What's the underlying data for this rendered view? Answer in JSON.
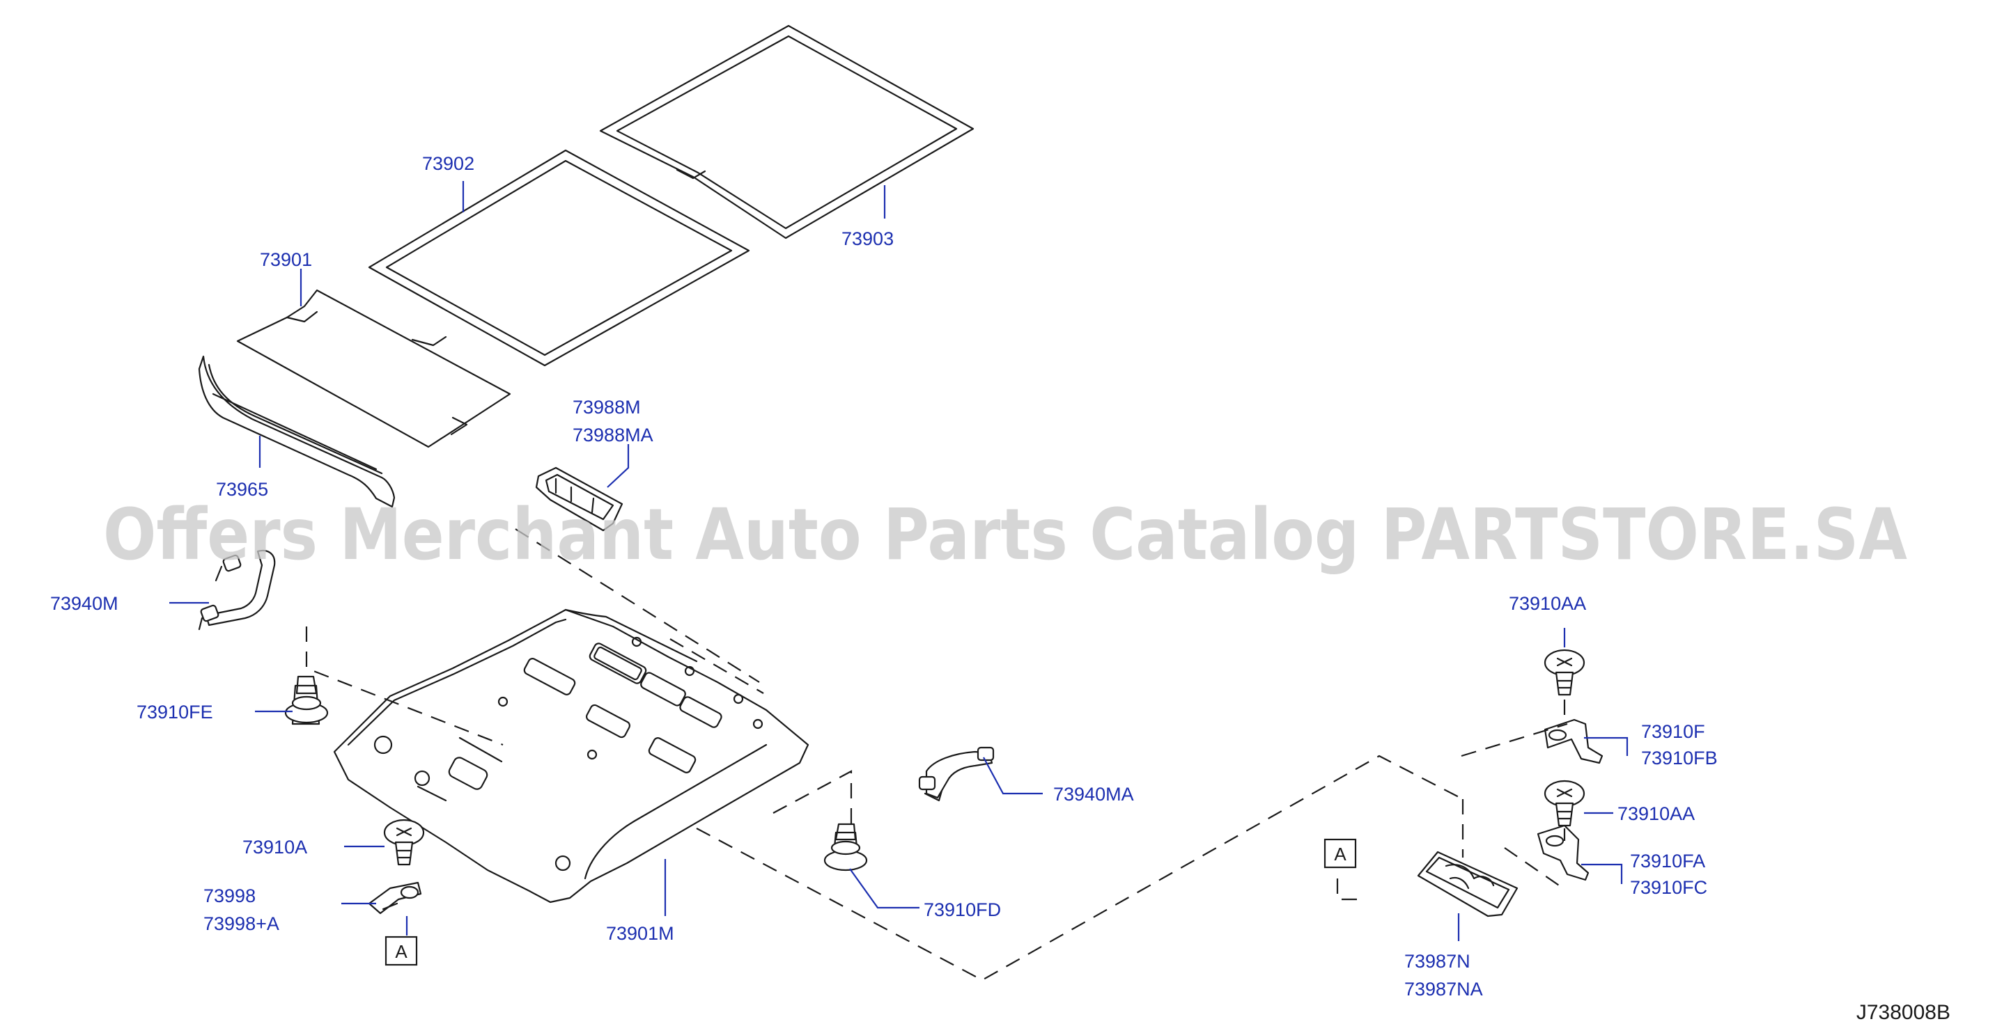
{
  "watermark": "Offers Merchant Auto Parts Catalog PARTSTORE.SA",
  "diagram_code": "J738008B",
  "labels": {
    "p73902": "73902",
    "p73903": "73903",
    "p73901": "73901",
    "p73988m": "73988M",
    "p73988ma": "73988MA",
    "p73965": "73965",
    "p73940m": "73940M",
    "p73910fe": "73910FE",
    "p73940ma": "73940MA",
    "p73910a": "73910A",
    "p73998": "73998",
    "p73998a": "73998+A",
    "p73901m": "73901M",
    "p73910fd": "73910FD",
    "p73910aa_top": "73910AA",
    "p73910f": "73910F",
    "p73910fb": "73910FB",
    "p73910aa_mid": "73910AA",
    "p73910fa": "73910FA",
    "p73910fc": "73910FC",
    "p73987n": "73987N",
    "p73987na": "73987NA"
  },
  "refs": {
    "left": "A",
    "right": "A"
  },
  "colors": {
    "label": "#1c2fb0",
    "line": "#1a1a1a",
    "watermark": "#c8c8c8"
  }
}
